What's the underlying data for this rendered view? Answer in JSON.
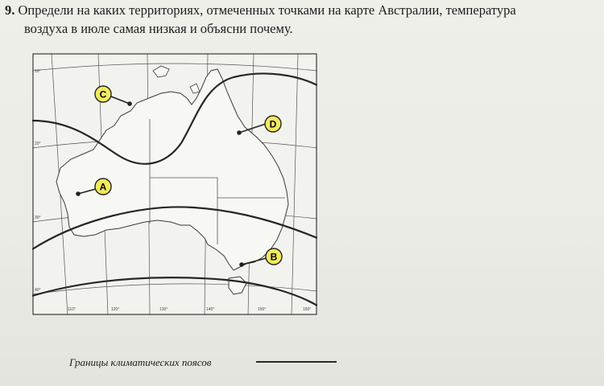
{
  "question": {
    "number": "9.",
    "line1": "Определи на каких территориях, отмеченных точками на карте Австралии, температура",
    "line2": "воздуха в июле самая низкая и объясни почему."
  },
  "map": {
    "markers": [
      {
        "label": "C"
      },
      {
        "label": "D"
      },
      {
        "label": "A"
      },
      {
        "label": "B"
      }
    ],
    "lon_ticks": [
      "110°",
      "120°",
      "130°",
      "140°",
      "150°",
      "160°"
    ],
    "lat_ticks": [
      "10°",
      "20°",
      "30°",
      "40°"
    ]
  },
  "legend": {
    "label": "Границы климатических поясов"
  }
}
